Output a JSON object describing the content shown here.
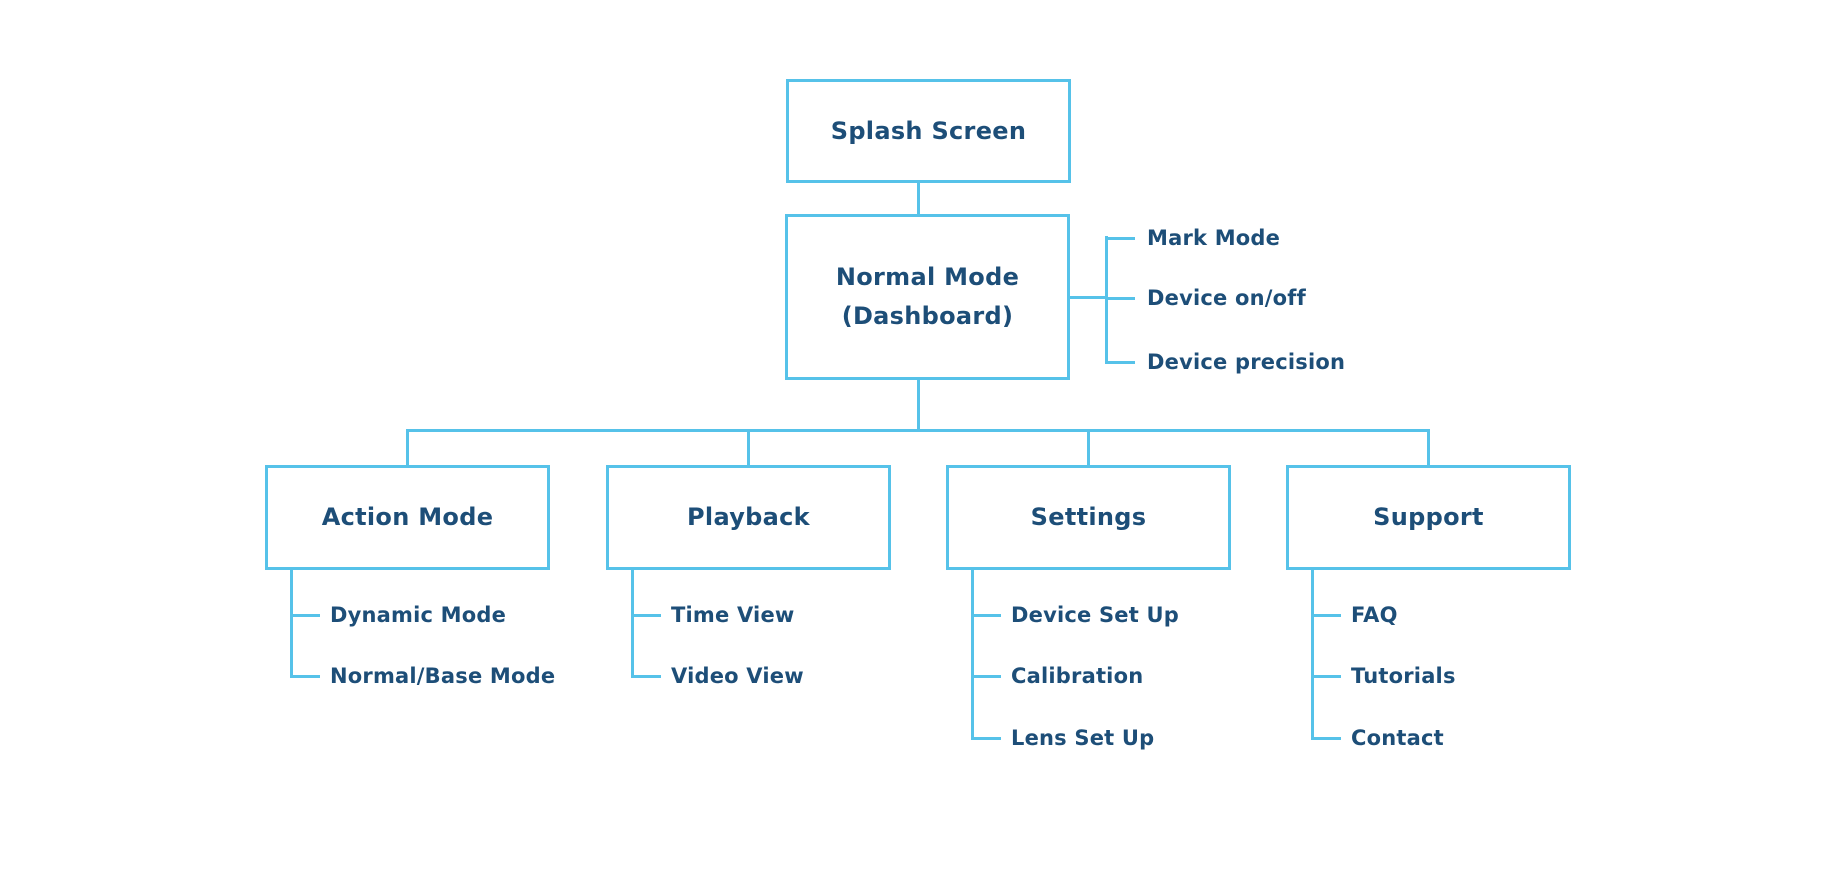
{
  "flowchart": {
    "splash": {
      "label": "Splash Screen"
    },
    "normal": {
      "line1": "Normal Mode",
      "line2": "(Dashboard)",
      "items": [
        "Mark Mode",
        "Device on/off",
        "Device precision"
      ]
    },
    "sections": [
      {
        "label": "Action Mode",
        "children": [
          "Dynamic Mode",
          "Normal/Base Mode"
        ]
      },
      {
        "label": "Playback",
        "children": [
          "Time View",
          "Video View"
        ]
      },
      {
        "label": "Settings",
        "children": [
          "Device Set Up",
          "Calibration",
          "Lens Set Up"
        ]
      },
      {
        "label": "Support",
        "children": [
          "FAQ",
          "Tutorials",
          "Contact"
        ]
      }
    ],
    "colors": {
      "line_blue": "#56C2E9",
      "text_navy": "#1D4E78",
      "background": "#FFFFFF"
    }
  }
}
